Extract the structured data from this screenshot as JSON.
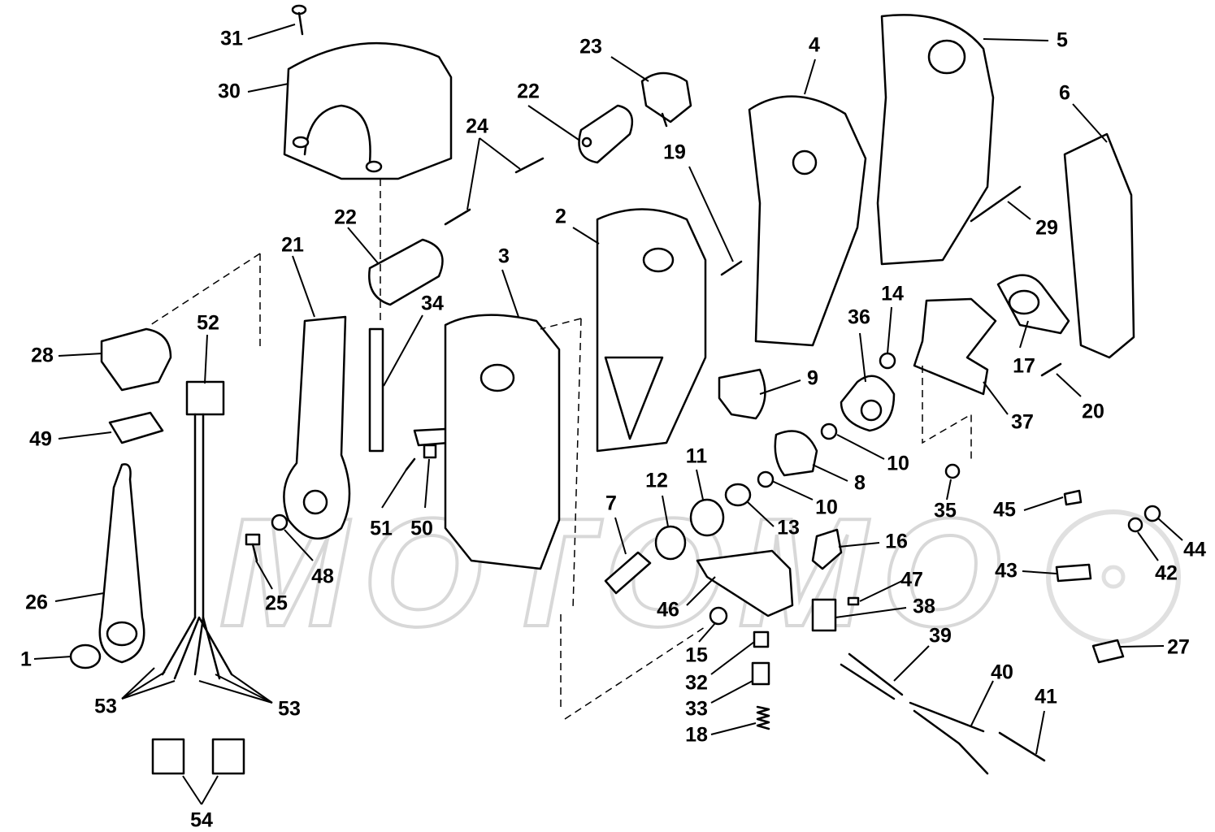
{
  "diagram": {
    "watermark": "MOTOMO",
    "parts": [
      {
        "id": "p1",
        "number": "1"
      },
      {
        "id": "p2",
        "number": "2"
      },
      {
        "id": "p3",
        "number": "3"
      },
      {
        "id": "p4",
        "number": "4"
      },
      {
        "id": "p5",
        "number": "5"
      },
      {
        "id": "p6",
        "number": "6"
      },
      {
        "id": "p7",
        "number": "7"
      },
      {
        "id": "p8",
        "number": "8"
      },
      {
        "id": "p9",
        "number": "9"
      },
      {
        "id": "p10a",
        "number": "10"
      },
      {
        "id": "p10b",
        "number": "10"
      },
      {
        "id": "p11",
        "number": "11"
      },
      {
        "id": "p12",
        "number": "12"
      },
      {
        "id": "p13",
        "number": "13"
      },
      {
        "id": "p14",
        "number": "14"
      },
      {
        "id": "p15",
        "number": "15"
      },
      {
        "id": "p16",
        "number": "16"
      },
      {
        "id": "p17",
        "number": "17"
      },
      {
        "id": "p18",
        "number": "18"
      },
      {
        "id": "p19",
        "number": "19"
      },
      {
        "id": "p20",
        "number": "20"
      },
      {
        "id": "p21",
        "number": "21"
      },
      {
        "id": "p22a",
        "number": "22"
      },
      {
        "id": "p22b",
        "number": "22"
      },
      {
        "id": "p23",
        "number": "23"
      },
      {
        "id": "p24",
        "number": "24"
      },
      {
        "id": "p25",
        "number": "25"
      },
      {
        "id": "p26",
        "number": "26"
      },
      {
        "id": "p27",
        "number": "27"
      },
      {
        "id": "p28",
        "number": "28"
      },
      {
        "id": "p29",
        "number": "29"
      },
      {
        "id": "p30",
        "number": "30"
      },
      {
        "id": "p31",
        "number": "31"
      },
      {
        "id": "p32",
        "number": "32"
      },
      {
        "id": "p33",
        "number": "33"
      },
      {
        "id": "p34",
        "number": "34"
      },
      {
        "id": "p35",
        "number": "35"
      },
      {
        "id": "p36",
        "number": "36"
      },
      {
        "id": "p37",
        "number": "37"
      },
      {
        "id": "p38",
        "number": "38"
      },
      {
        "id": "p39",
        "number": "39"
      },
      {
        "id": "p40",
        "number": "40"
      },
      {
        "id": "p41",
        "number": "41"
      },
      {
        "id": "p42",
        "number": "42"
      },
      {
        "id": "p43",
        "number": "43"
      },
      {
        "id": "p44",
        "number": "44"
      },
      {
        "id": "p45",
        "number": "45"
      },
      {
        "id": "p46",
        "number": "46"
      },
      {
        "id": "p47",
        "number": "47"
      },
      {
        "id": "p48",
        "number": "48"
      },
      {
        "id": "p49",
        "number": "49"
      },
      {
        "id": "p50",
        "number": "50"
      },
      {
        "id": "p51",
        "number": "51"
      },
      {
        "id": "p52",
        "number": "52"
      },
      {
        "id": "p53a",
        "number": "53"
      },
      {
        "id": "p53b",
        "number": "53"
      },
      {
        "id": "p54",
        "number": "54"
      }
    ]
  }
}
